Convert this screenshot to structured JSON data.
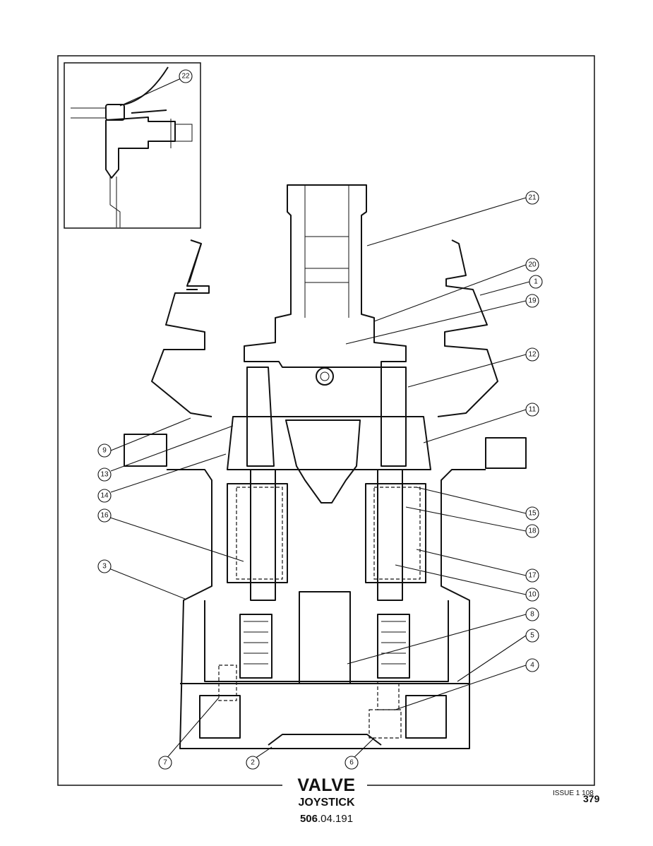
{
  "title": "VALVE",
  "subtitle": "JOYSTICK",
  "reference": {
    "bold": "506",
    "rest": ".04.191"
  },
  "issue": "ISSUE 1 108",
  "page_number": "379",
  "callouts": [
    "1",
    "2",
    "3",
    "4",
    "5",
    "6",
    "7",
    "8",
    "9",
    "10",
    "11",
    "12",
    "13",
    "14",
    "15",
    "16",
    "17",
    "18",
    "19",
    "20",
    "21",
    "22"
  ]
}
